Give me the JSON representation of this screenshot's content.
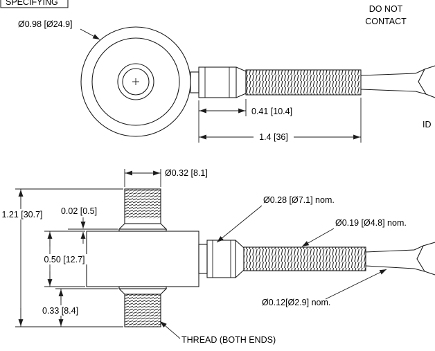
{
  "labels": {
    "corner_note": "SPECIFYING",
    "do_not_line1": "DO NOT",
    "do_not_line2": "CONTACT",
    "id_fragment": "ID",
    "thread_note": "THREAD (BOTH ENDS)"
  },
  "dimensions": {
    "body_diameter": "Ø0.98 [Ø24.9]",
    "relief_length": "0.41 [10.4]",
    "assembly_length": "1.4 [36]",
    "stud_diameter": "Ø0.32 [8.1]",
    "overall_height": "1.21 [30.7]",
    "boss_thickness": "0.02 [0.5]",
    "body_height": "0.50 [12.7]",
    "stud_length": "0.33 [8.4]",
    "connector_diameter": "Ø0.28 [Ø7.1] nom.",
    "spring_diameter": "Ø0.19 [Ø4.8] nom.",
    "cable_diameter": "Ø0.12[Ø2.9] nom."
  }
}
